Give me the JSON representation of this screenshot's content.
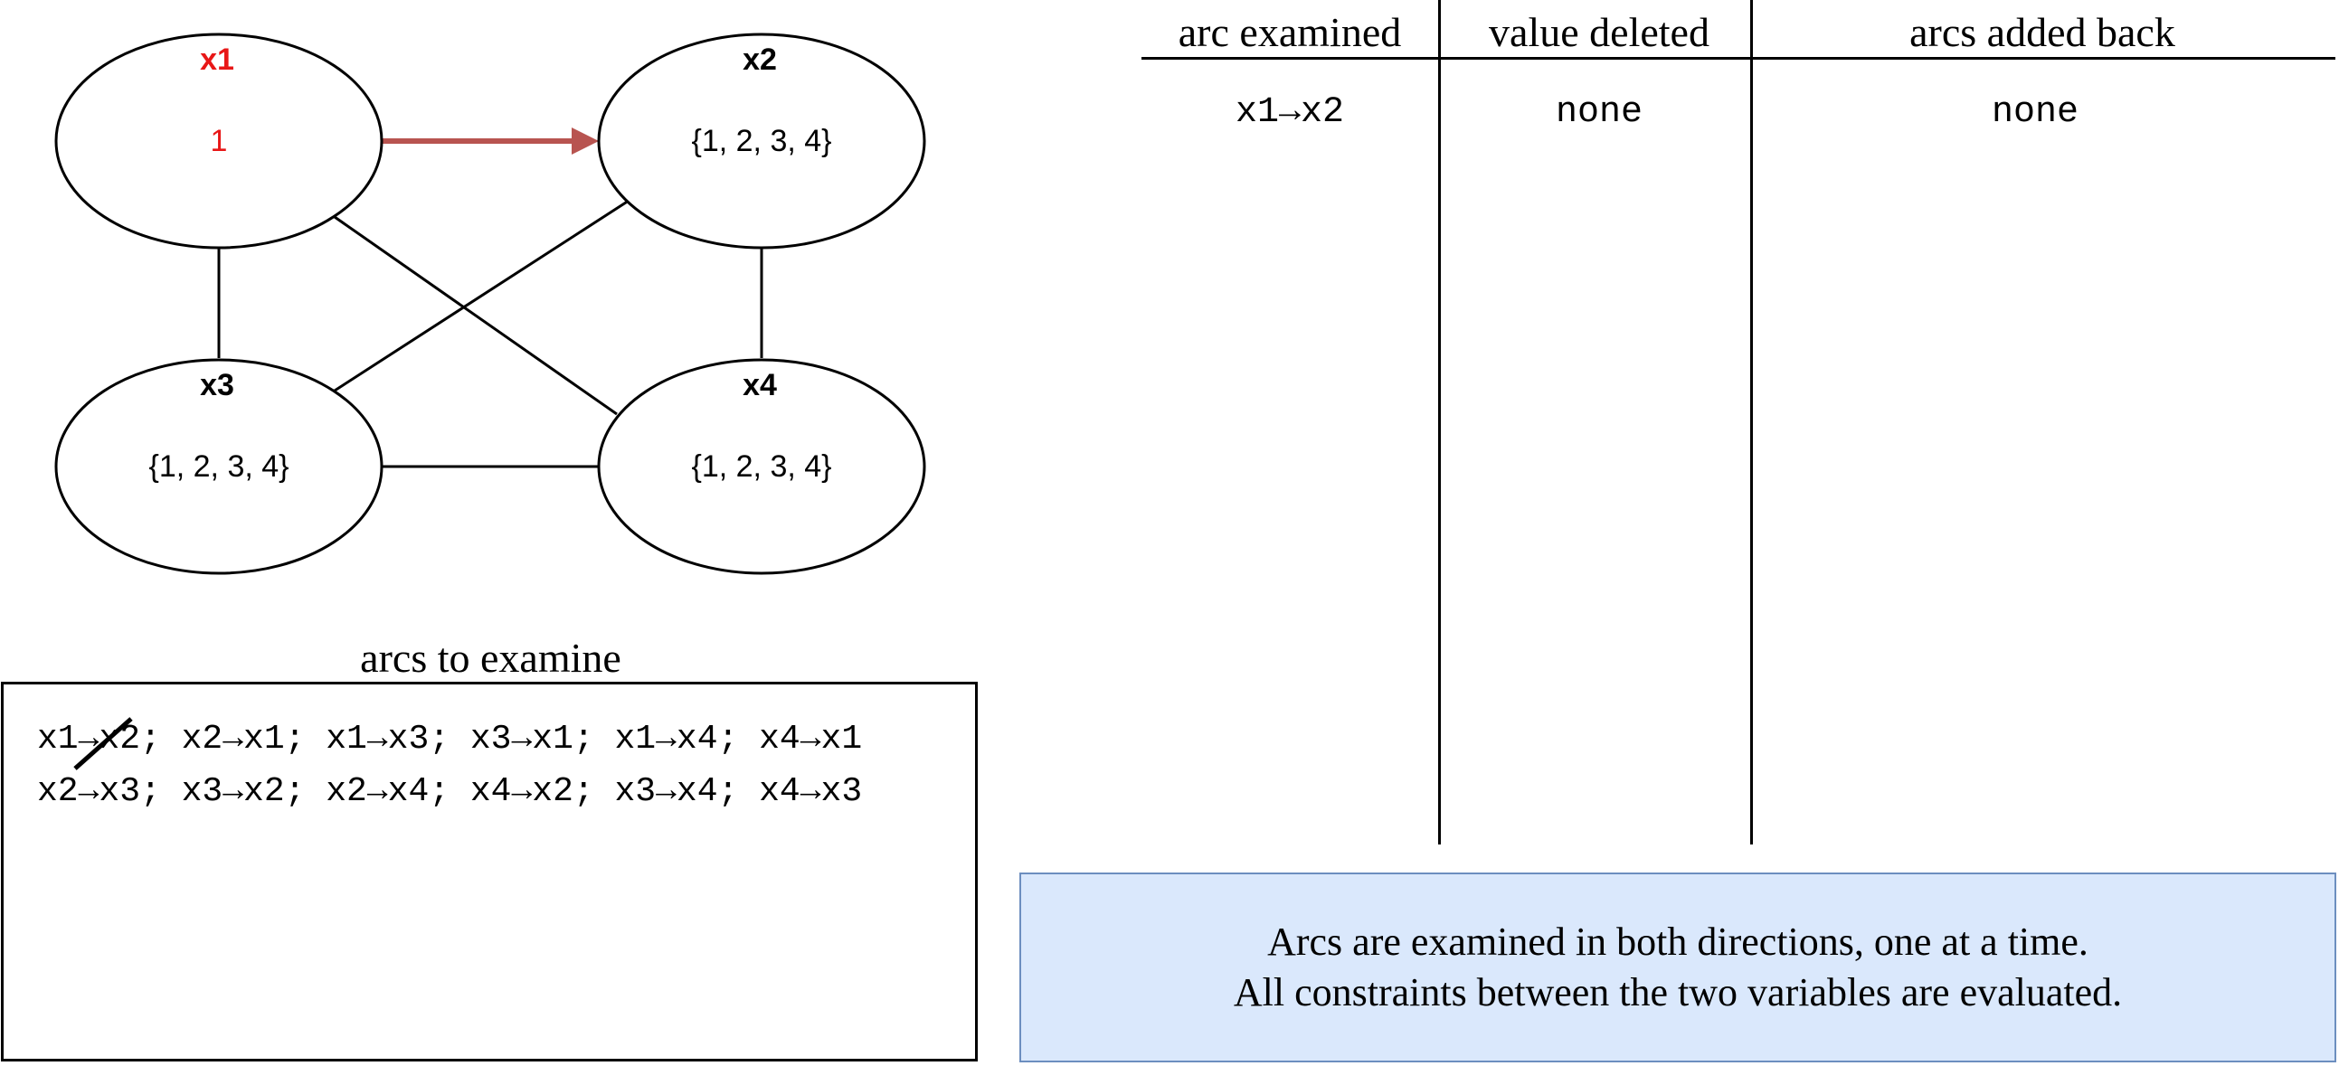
{
  "graph": {
    "nodes": [
      {
        "id": "x1",
        "name": "x1",
        "domain": "1",
        "highlight": true
      },
      {
        "id": "x2",
        "name": "x2",
        "domain": "{1, 2, 3, 4}",
        "highlight": false
      },
      {
        "id": "x3",
        "name": "x3",
        "domain": "{1, 2, 3, 4}",
        "highlight": false
      },
      {
        "id": "x4",
        "name": "x4",
        "domain": "{1, 2, 3, 4}",
        "highlight": false
      }
    ],
    "edges": [
      {
        "from": "x1",
        "to": "x2",
        "directed": true,
        "highlight": true
      },
      {
        "from": "x1",
        "to": "x3",
        "directed": false,
        "highlight": false
      },
      {
        "from": "x1",
        "to": "x4",
        "directed": false,
        "highlight": false
      },
      {
        "from": "x2",
        "to": "x3",
        "directed": false,
        "highlight": false
      },
      {
        "from": "x2",
        "to": "x4",
        "directed": false,
        "highlight": false
      },
      {
        "from": "x3",
        "to": "x4",
        "directed": false,
        "highlight": false
      }
    ]
  },
  "queue": {
    "title": "arcs to examine",
    "row1": "x1→x2; x2→x1; x1→x3; x3→x1; x1→x4; x4→x1",
    "row2": "x2→x3; x3→x2; x2→x4; x4→x2; x3→x4; x4→x3",
    "struck_arc": "x1→x2"
  },
  "table": {
    "headers": [
      "arc examined",
      "value deleted",
      "arcs added back"
    ],
    "rows": [
      [
        "x1→x2",
        "none",
        "none"
      ]
    ]
  },
  "note": {
    "line1": "Arcs are examined in both directions, one at a time.",
    "line2": "All constraints between the two variables are evaluated."
  },
  "colors": {
    "highlight": "#e81717",
    "arrow": "#b85450",
    "note_fill": "#dae8fc",
    "note_border": "#6c8ebf"
  }
}
